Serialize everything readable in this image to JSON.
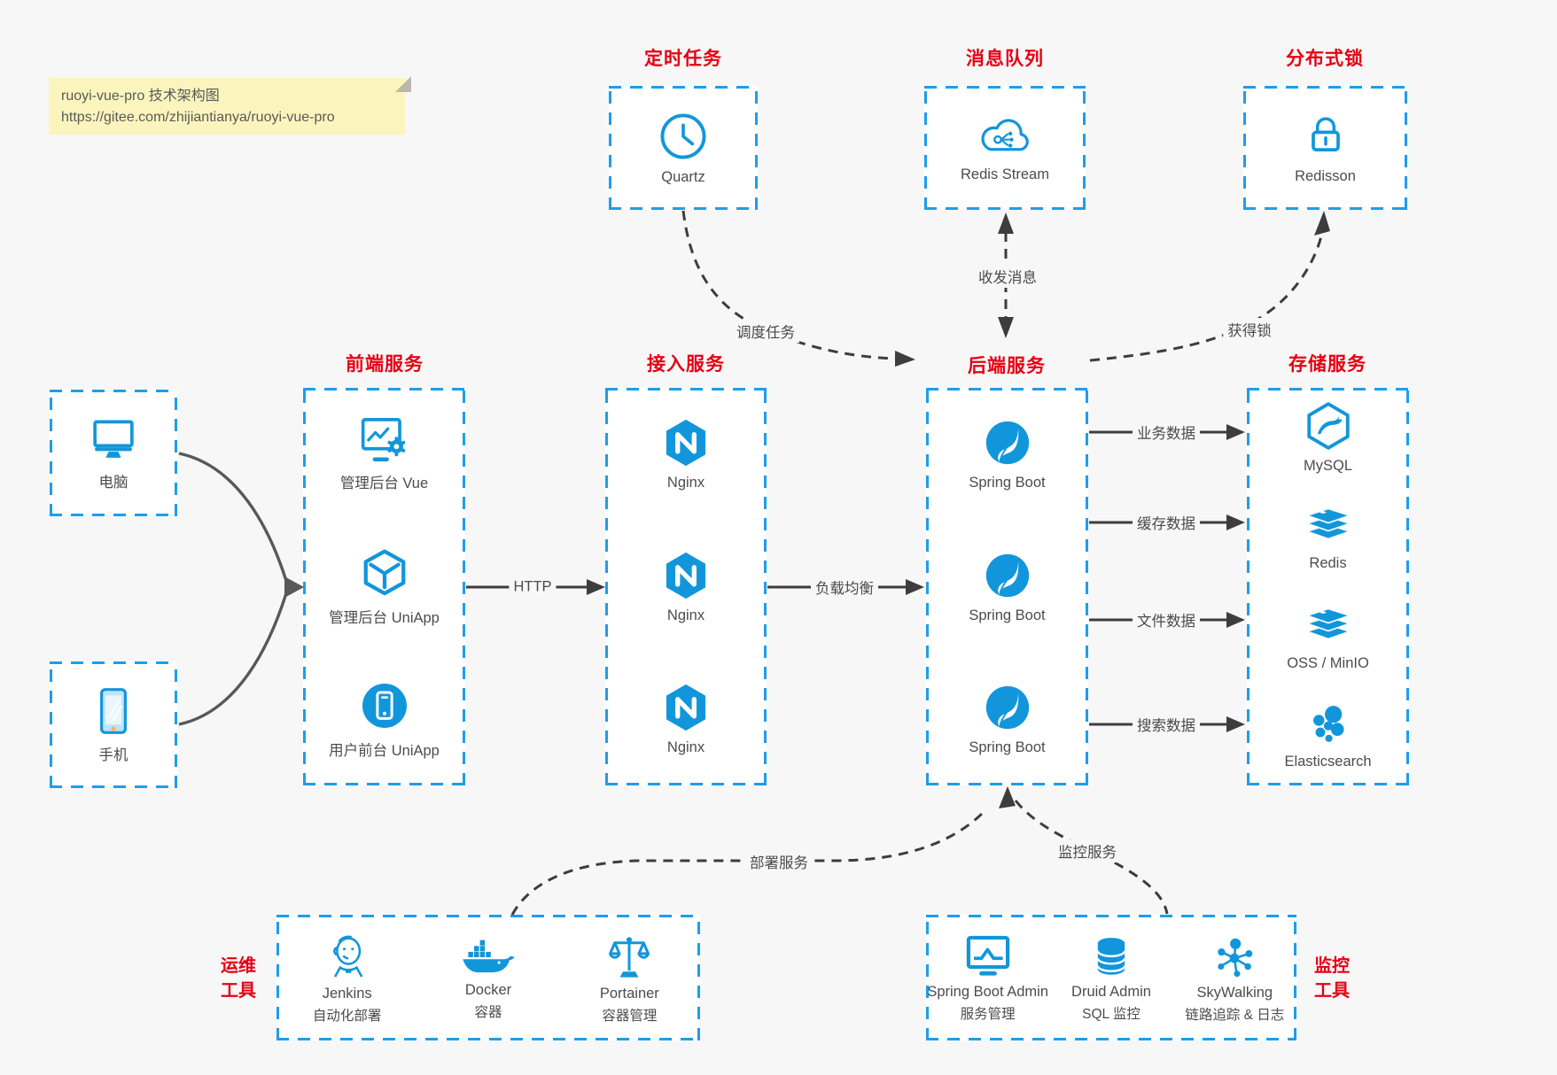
{
  "note": {
    "line1": "ruoyi-vue-pro 技术架构图",
    "line2": "https://gitee.com/zhijiantianya/ruoyi-vue-pro"
  },
  "top_services": [
    {
      "title": "定时任务",
      "label": "Quartz",
      "icon": "clock-icon"
    },
    {
      "title": "消息队列",
      "label": "Redis Stream",
      "icon": "cloud-stream-icon"
    },
    {
      "title": "分布式锁",
      "label": "Redisson",
      "icon": "lock-icon"
    }
  ],
  "clients": [
    {
      "label": "电脑",
      "icon": "desktop-icon"
    },
    {
      "label": "手机",
      "icon": "smartphone-icon"
    }
  ],
  "columns": [
    {
      "title": "前端服务",
      "items": [
        {
          "label": "管理后台 Vue",
          "icon": "admin-vue-icon"
        },
        {
          "label": "管理后台 UniApp",
          "icon": "uniapp-cube-icon"
        },
        {
          "label": "用户前台 UniApp",
          "icon": "user-app-icon"
        }
      ]
    },
    {
      "title": "接入服务",
      "items": [
        {
          "label": "Nginx",
          "icon": "nginx-icon"
        },
        {
          "label": "Nginx",
          "icon": "nginx-icon"
        },
        {
          "label": "Nginx",
          "icon": "nginx-icon"
        }
      ]
    },
    {
      "title": "后端服务",
      "items": [
        {
          "label": "Spring Boot",
          "icon": "spring-boot-icon"
        },
        {
          "label": "Spring Boot",
          "icon": "spring-boot-icon"
        },
        {
          "label": "Spring Boot",
          "icon": "spring-boot-icon"
        }
      ]
    },
    {
      "title": "存储服务",
      "items": [
        {
          "label": "MySQL",
          "icon": "mysql-icon"
        },
        {
          "label": "Redis",
          "icon": "redis-icon"
        },
        {
          "label": "OSS / MinIO",
          "icon": "oss-minio-icon"
        },
        {
          "label": "Elasticsearch",
          "icon": "elasticsearch-icon"
        }
      ]
    }
  ],
  "tool_groups": [
    {
      "title_line1": "运维",
      "title_line2": "工具",
      "items": [
        {
          "name": "Jenkins",
          "desc": "自动化部署",
          "icon": "jenkins-icon"
        },
        {
          "name": "Docker",
          "desc": "容器",
          "icon": "docker-whale-icon"
        },
        {
          "name": "Portainer",
          "desc": "容器管理",
          "icon": "scales-icon"
        }
      ]
    },
    {
      "title_line1": "监控",
      "title_line2": "工具",
      "items": [
        {
          "name": "Spring Boot Admin",
          "desc": "服务管理",
          "icon": "monitor-chart-icon"
        },
        {
          "name": "Druid Admin",
          "desc": "SQL 监控",
          "icon": "database-icon"
        },
        {
          "name": "SkyWalking",
          "desc": "链路追踪 & 日志",
          "icon": "topology-icon"
        }
      ]
    }
  ],
  "edges": {
    "http": "HTTP",
    "load_balance": "负载均衡",
    "schedule": "调度任务",
    "message": "收发消息",
    "lock": "获得锁",
    "business_data": "业务数据",
    "cache_data": "缓存数据",
    "file_data": "文件数据",
    "search_data": "搜索数据",
    "deploy": "部署服务",
    "monitor": "监控服务"
  },
  "colors": {
    "icon_blue": "#1296db",
    "border_blue": "#1e9ded",
    "label_red": "#e60013",
    "arrow_dark": "#3d3d3d",
    "note_bg": "#fbf5bd",
    "canvas_bg": "#f7f7f7"
  }
}
